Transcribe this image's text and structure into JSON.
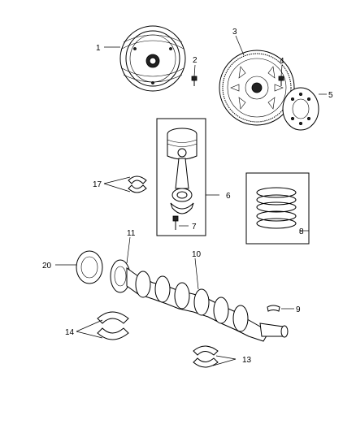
{
  "callouts": [
    {
      "id": "c1",
      "label": "1"
    },
    {
      "id": "c2",
      "label": "2"
    },
    {
      "id": "c3",
      "label": "3"
    },
    {
      "id": "c4",
      "label": "4"
    },
    {
      "id": "c5",
      "label": "5"
    },
    {
      "id": "c6",
      "label": "6"
    },
    {
      "id": "c7",
      "label": "7"
    },
    {
      "id": "c8",
      "label": "8"
    },
    {
      "id": "c9",
      "label": "9"
    },
    {
      "id": "c10",
      "label": "10"
    },
    {
      "id": "c11",
      "label": "11"
    },
    {
      "id": "c13",
      "label": "13"
    },
    {
      "id": "c14",
      "label": "14"
    },
    {
      "id": "c17",
      "label": "17"
    },
    {
      "id": "c20",
      "label": "20"
    }
  ]
}
